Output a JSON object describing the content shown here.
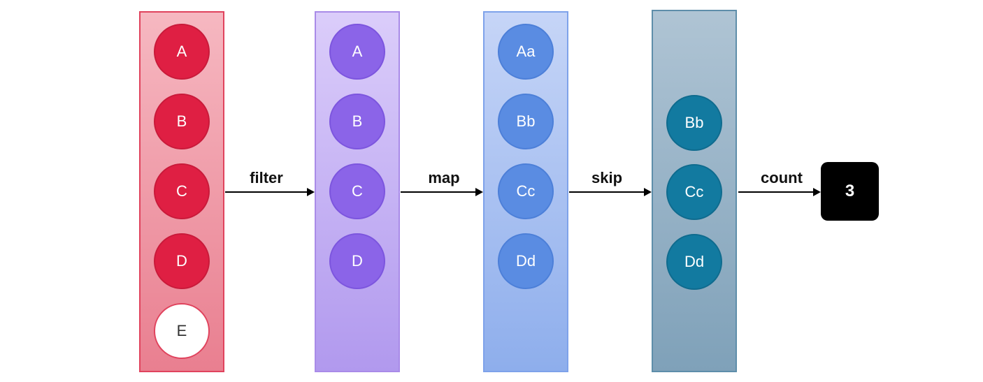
{
  "stages": [
    {
      "items": [
        "A",
        "B",
        "C",
        "D",
        "E"
      ]
    },
    {
      "items": [
        "A",
        "B",
        "C",
        "D"
      ]
    },
    {
      "items": [
        "Aa",
        "Bb",
        "Cc",
        "Dd"
      ]
    },
    {
      "items": [
        "Bb",
        "Cc",
        "Dd"
      ]
    }
  ],
  "operations": [
    "filter",
    "map",
    "skip",
    "count"
  ],
  "result": "3",
  "colors": {
    "red": "#df1f43",
    "purple": "#8b64e8",
    "blue": "#5a8ce2",
    "teal": "#127aa0",
    "black": "#000000"
  }
}
